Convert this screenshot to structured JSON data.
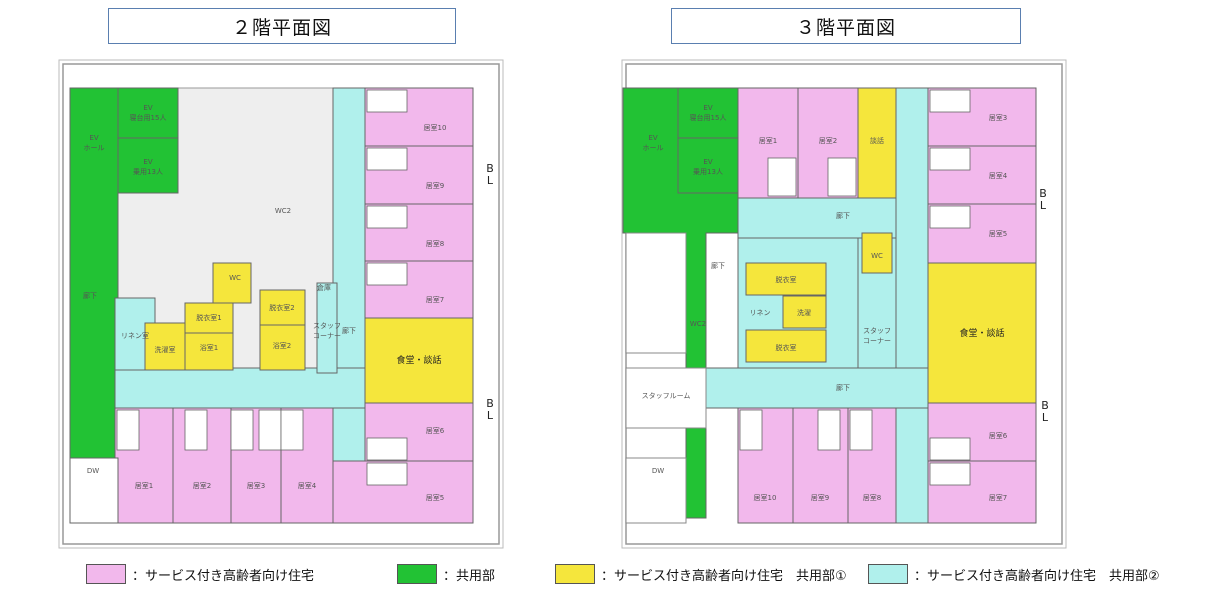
{
  "colors": {
    "pink": "#f2b8ec",
    "green": "#22c234",
    "yellow": "#f5e63c",
    "cyan": "#b0f0ec",
    "wall": "#777777"
  },
  "floor2": {
    "title": "２階平面図",
    "labels": {
      "ev_hall": "EV\nホール",
      "ev1": "EV\n寝台用15人",
      "ev2": "EV\n乗用13人",
      "corridor": "廊下",
      "r10": "居室10",
      "r9": "居室9",
      "r8": "居室8",
      "r7": "居室7",
      "r6": "居室6",
      "r5": "居室5",
      "r4": "居室4",
      "r3": "居室3",
      "r2": "居室2",
      "r1": "居室1",
      "dining": "食堂・談話",
      "datsui1": "脱衣室1",
      "datsui2": "脱衣室2",
      "yokushitsu1": "浴室1",
      "yokushitsu2": "浴室2",
      "sentaku": "洗濯室",
      "linen": "リネン室",
      "soko": "倉庫",
      "staff": "スタッフコーナー",
      "wc": "WC",
      "wc2": "WC2",
      "dw": "DW",
      "bl1": "B\nL",
      "bl2": "B\nL"
    }
  },
  "floor3": {
    "title": "３階平面図",
    "labels": {
      "ev_hall": "EV\nホール",
      "ev1": "EV\n寝台用15人",
      "ev2": "EV\n乗用13人",
      "corridor": "廊下",
      "r1": "居室1",
      "r2": "居室2",
      "r3": "居室3",
      "r4": "居室4",
      "r5": "居室5",
      "r6": "居室6",
      "r7": "居室7",
      "r8": "居室8",
      "r9": "居室9",
      "r10": "居室10",
      "danwa": "談話",
      "dining": "食堂・談話",
      "datsui": "脱衣室",
      "sentaku": "洗濯",
      "linen": "リネン",
      "staff": "スタッフコーナー",
      "staff_room": "スタッフルーム",
      "wc": "WC",
      "wc2": "WC2",
      "dw": "DW",
      "bl1": "B\nL",
      "bl2": "B\nL"
    }
  },
  "legend": [
    {
      "color": "#f2b8ec",
      "label": "：サービス付き高齢者向け住宅"
    },
    {
      "color": "#22c234",
      "label": "：共用部"
    },
    {
      "color": "#f5e63c",
      "label": "：サービス付き高齢者向け住宅　共用部①"
    },
    {
      "color": "#b0f0ec",
      "label": "：サービス付き高齢者向け住宅　共用部②"
    }
  ]
}
